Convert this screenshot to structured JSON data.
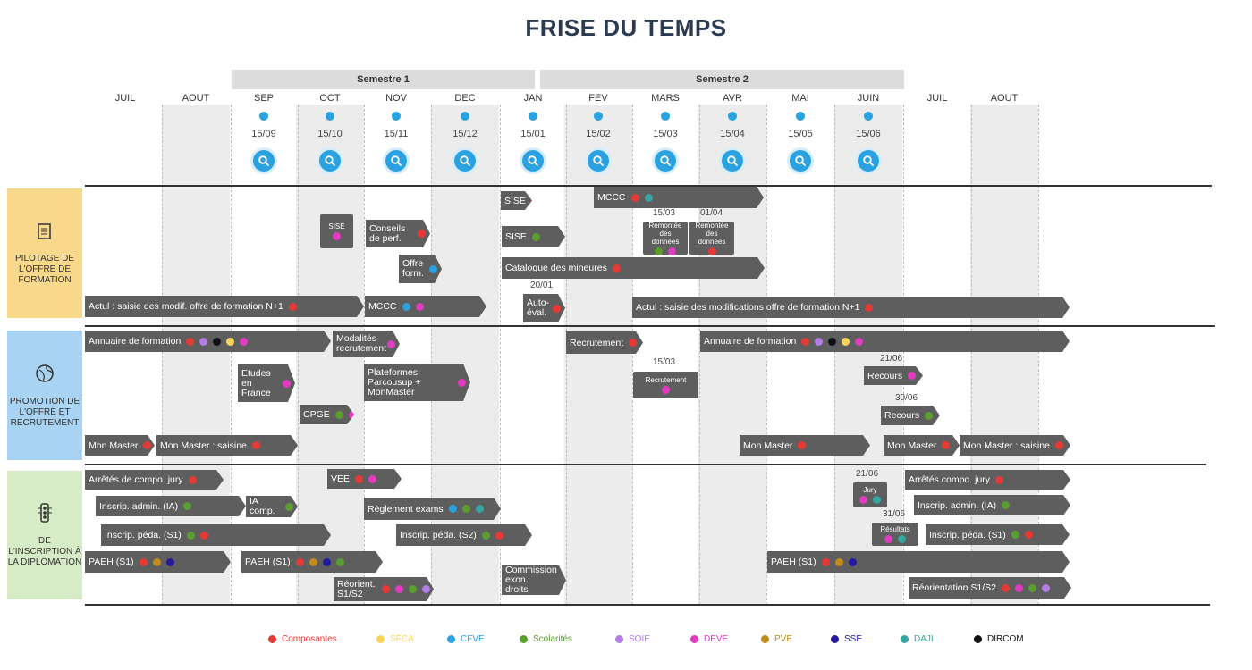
{
  "title": "FRISE DU TEMPS",
  "semesters": [
    "Semestre 1",
    "Semestre 2"
  ],
  "months": [
    "JUIL",
    "AOUT",
    "SEP",
    "OCT",
    "NOV",
    "DEC",
    "JAN",
    "FEV",
    "MARS",
    "AVR",
    "MAI",
    "JUIN",
    "JUIL",
    "AOUT"
  ],
  "milestone_dates": [
    "15/09",
    "15/10",
    "15/11",
    "15/12",
    "15/01",
    "15/02",
    "15/03",
    "15/04",
    "15/05",
    "15/06"
  ],
  "icons": {
    "milestone": "search-icon"
  },
  "sections": [
    {
      "label": "PILOTAGE DE L'OFFRE DE FORMATION",
      "color": "#f8d98c",
      "icon": "document-icon"
    },
    {
      "label": "PROMOTION DE L'OFFRE ET RECRUTEMENT",
      "color": "#a9d3f2",
      "icon": "globe-icon"
    },
    {
      "label": "DE L'INSCRIPTION À LA DIPLÔMATION",
      "color": "#d6ecc7",
      "icon": "traffic-light-icon"
    }
  ],
  "legend": [
    {
      "label": "Composantes",
      "color": "#e53935"
    },
    {
      "label": "SFCA",
      "color": "#f9d659"
    },
    {
      "label": "CFVE",
      "color": "#2ba2e0"
    },
    {
      "label": "Scolarités",
      "color": "#5a9e2f"
    },
    {
      "label": "SOIE",
      "color": "#b27ee6"
    },
    {
      "label": "DEVE",
      "color": "#e03cbf"
    },
    {
      "label": "PVE",
      "color": "#c18b1e"
    },
    {
      "label": "SSE",
      "color": "#24199a"
    },
    {
      "label": "DAJI",
      "color": "#38a6a0"
    },
    {
      "label": "DIRCOM",
      "color": "#111111"
    }
  ],
  "callout_dates": [
    "15/03",
    "01/04",
    "20/01",
    "15/03",
    "21/06",
    "30/06",
    "21/06",
    "31/06"
  ],
  "bars": [
    {
      "label": "SISE",
      "dots": [
        "DEVE"
      ]
    },
    {
      "label": "MCCC",
      "dots": [
        "Composantes",
        "DAJI"
      ]
    },
    {
      "label": "SISE",
      "dots": [
        "DEVE"
      ]
    },
    {
      "label": "Conseils de perf.",
      "dots": [
        "Composantes"
      ]
    },
    {
      "label": "SISE",
      "dots": [
        "Scolarités"
      ]
    },
    {
      "label": "Remontée des données",
      "dots": [
        "Scolarités",
        "DEVE"
      ]
    },
    {
      "label": "Remontée des données",
      "dots": [
        "Composantes"
      ]
    },
    {
      "label": "Offre form.",
      "dots": [
        "CFVE"
      ]
    },
    {
      "label": "Catalogue des mineures",
      "dots": [
        "Composantes"
      ]
    },
    {
      "label": "Actul : saisie des modif. offre de formation N+1",
      "dots": [
        "Composantes"
      ]
    },
    {
      "label": "MCCC",
      "dots": [
        "CFVE",
        "DEVE"
      ]
    },
    {
      "label": "Auto-éval.",
      "dots": [
        "Composantes"
      ]
    },
    {
      "label": "Actul : saisie des modifications offre de formation N+1",
      "dots": [
        "Composantes"
      ]
    },
    {
      "label": "Annuaire de formation",
      "dots": [
        "Composantes",
        "SOIE",
        "DIRCOM",
        "SFCA",
        "DEVE"
      ]
    },
    {
      "label": "Modalités recrutement",
      "dots": [
        "DEVE"
      ]
    },
    {
      "label": "Recrutement",
      "dots": [
        "Composantes"
      ]
    },
    {
      "label": "Annuaire de formation",
      "dots": [
        "Composantes",
        "SOIE",
        "DIRCOM",
        "SFCA",
        "DEVE"
      ]
    },
    {
      "label": "Etudes en France",
      "dots": [
        "DEVE"
      ]
    },
    {
      "label": "Plateformes Parcousup + MonMaster",
      "dots": [
        "DEVE"
      ]
    },
    {
      "label": "Recrutement",
      "dots": [
        "DEVE"
      ]
    },
    {
      "label": "Recours",
      "dots": [
        "DEVE"
      ]
    },
    {
      "label": "CPGE",
      "dots": [
        "Scolarités",
        "DEVE"
      ]
    },
    {
      "label": "Recours",
      "dots": [
        "Scolarités"
      ]
    },
    {
      "label": "Mon Master",
      "dots": [
        "Composantes"
      ]
    },
    {
      "label": "Mon Master : saisine",
      "dots": [
        "Composantes"
      ]
    },
    {
      "label": "Mon Master",
      "dots": [
        "Composantes"
      ]
    },
    {
      "label": "Mon Master",
      "dots": [
        "Composantes"
      ]
    },
    {
      "label": "Mon Master : saisine",
      "dots": [
        "Composantes"
      ]
    },
    {
      "label": "Arrêtés de compo. jury",
      "dots": [
        "Composantes"
      ]
    },
    {
      "label": "VEE",
      "dots": [
        "Composantes",
        "DEVE"
      ]
    },
    {
      "label": "Jury",
      "dots": [
        "DEVE",
        "DAJI"
      ]
    },
    {
      "label": "Arrêtés compo. jury",
      "dots": [
        "Composantes"
      ]
    },
    {
      "label": "Inscrip. admin. (IA)",
      "dots": [
        "Scolarités"
      ]
    },
    {
      "label": "IA comp.",
      "dots": [
        "Scolarités"
      ]
    },
    {
      "label": "Règlement exams",
      "dots": [
        "CFVE",
        "Scolarités",
        "DAJI"
      ]
    },
    {
      "label": "Inscrip. admin. (IA)",
      "dots": [
        "Scolarités"
      ]
    },
    {
      "label": "Résultats",
      "dots": [
        "DEVE",
        "DAJI"
      ]
    },
    {
      "label": "Inscrip. péda. (S1)",
      "dots": [
        "Scolarités",
        "Composantes"
      ]
    },
    {
      "label": "Inscrip. péda. (S2)",
      "dots": [
        "Scolarités",
        "Composantes"
      ]
    },
    {
      "label": "Inscrip. péda. (S1)",
      "dots": [
        "Scolarités",
        "Composantes"
      ]
    },
    {
      "label": "PAEH (S1)",
      "dots": [
        "Composantes",
        "PVE",
        "SSE"
      ]
    },
    {
      "label": "PAEH (S1)",
      "dots": [
        "Composantes",
        "PVE",
        "SSE",
        "Scolarités"
      ]
    },
    {
      "label": "PAEH (S1)",
      "dots": [
        "Composantes",
        "PVE",
        "SSE"
      ]
    },
    {
      "label": "Réorient. S1/S2",
      "dots": [
        "Composantes",
        "DEVE",
        "Scolarités",
        "SOIE"
      ]
    },
    {
      "label": "Commission exon. droits",
      "dots": []
    },
    {
      "label": "Réorientation S1/S2",
      "dots": [
        "Composantes",
        "DEVE",
        "Scolarités",
        "SOIE"
      ]
    }
  ]
}
